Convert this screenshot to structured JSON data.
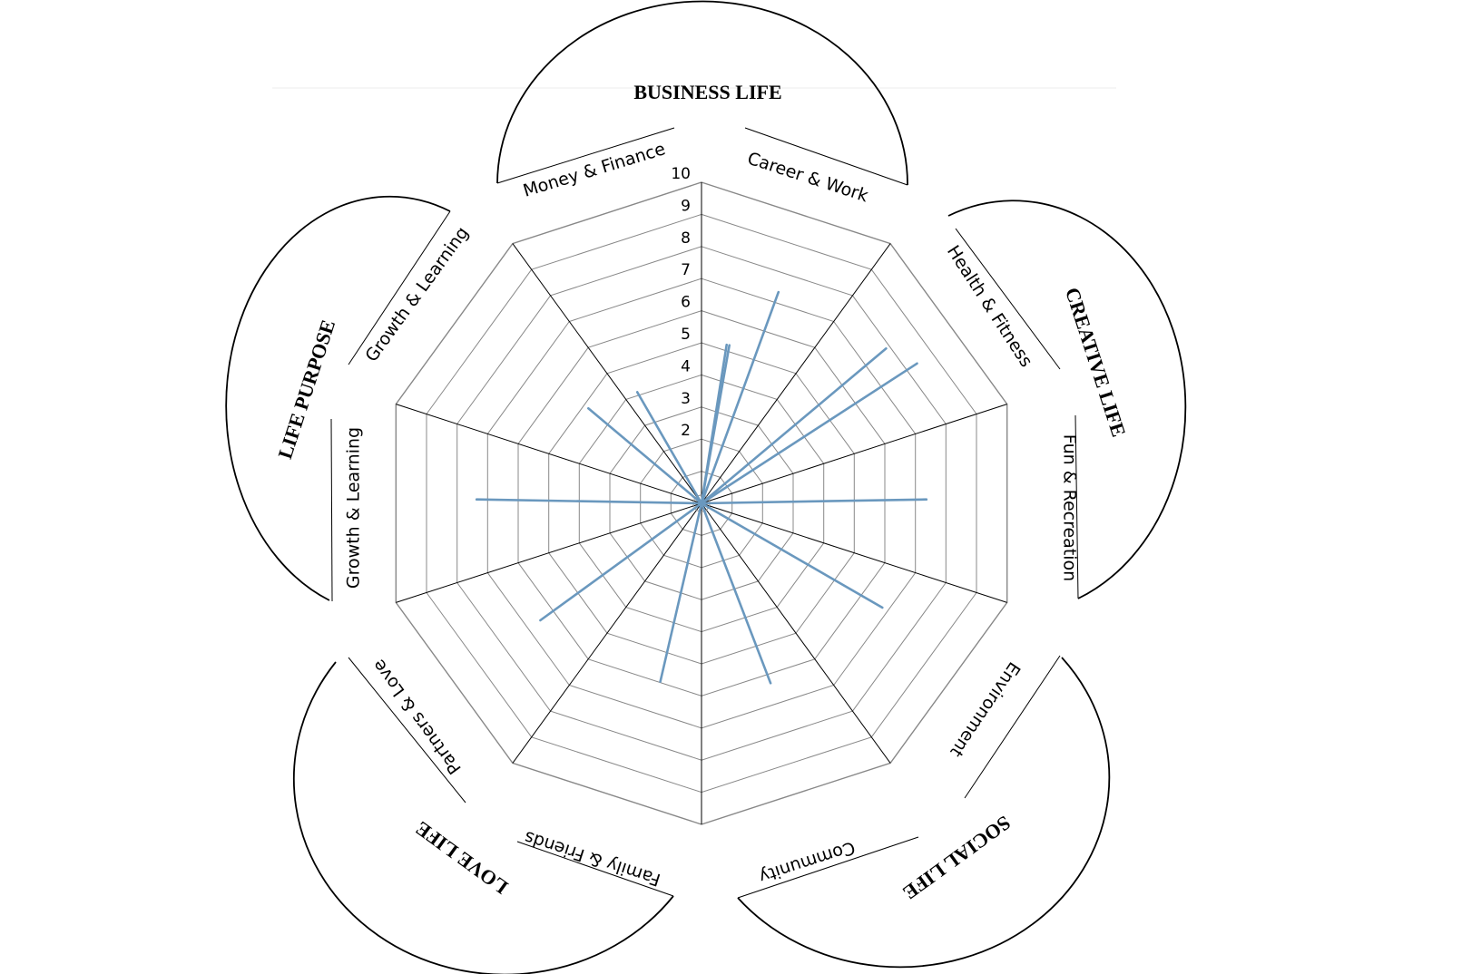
{
  "chart_data": {
    "type": "radar",
    "scale": {
      "min": 0,
      "max": 10,
      "rings": [
        1,
        2,
        3,
        4,
        5,
        6,
        7,
        8,
        9,
        10
      ],
      "tick_labels": [
        "2",
        "3",
        "4",
        "5",
        "6",
        "7",
        "8",
        "9",
        "10"
      ]
    },
    "areas": [
      "Money & Finance",
      "Career & Work",
      "Health & Fitness",
      "Fun & Recreation",
      "Environment",
      "Community",
      "Family & Friends",
      "Partners & Love",
      "Growth & Learning",
      "Growth & Learning"
    ],
    "groups": [
      {
        "name": "BUSINESS LIFE",
        "areas": [
          "Money & Finance",
          "Career & Work"
        ]
      },
      {
        "name": "CREATIVE LIFE",
        "areas": [
          "Health & Fitness",
          "Fun & Recreation"
        ]
      },
      {
        "name": "SOCIAL LIFE",
        "areas": [
          "Environment",
          "Community"
        ]
      },
      {
        "name": "LOVE LIFE",
        "areas": [
          "Family & Friends",
          "Partners & Love"
        ]
      },
      {
        "name": "LIFE PURPOSE",
        "areas": [
          "Growth & Learning",
          "Growth & Learning"
        ]
      }
    ],
    "series": [
      {
        "points": [
          {
            "angle_deg": 9,
            "value": 5
          },
          {
            "angle_deg": 10,
            "value": 5
          },
          {
            "angle_deg": 20,
            "value": 7
          },
          {
            "angle_deg": 50,
            "value": 7.5
          },
          {
            "angle_deg": 57,
            "value": 8
          },
          {
            "angle_deg": 89,
            "value": 7
          },
          {
            "angle_deg": 120,
            "value": 6.5
          },
          {
            "angle_deg": 159,
            "value": 6
          },
          {
            "angle_deg": 193,
            "value": 5.7
          },
          {
            "angle_deg": 234,
            "value": 6.2
          },
          {
            "angle_deg": 271,
            "value": 7
          },
          {
            "angle_deg": 310,
            "value": 4.6
          },
          {
            "angle_deg": 330,
            "value": 4
          }
        ]
      }
    ],
    "colors": {
      "grid": "#888888",
      "spokes": "#000000",
      "series": "#6a98be",
      "petals": "#000000"
    }
  }
}
